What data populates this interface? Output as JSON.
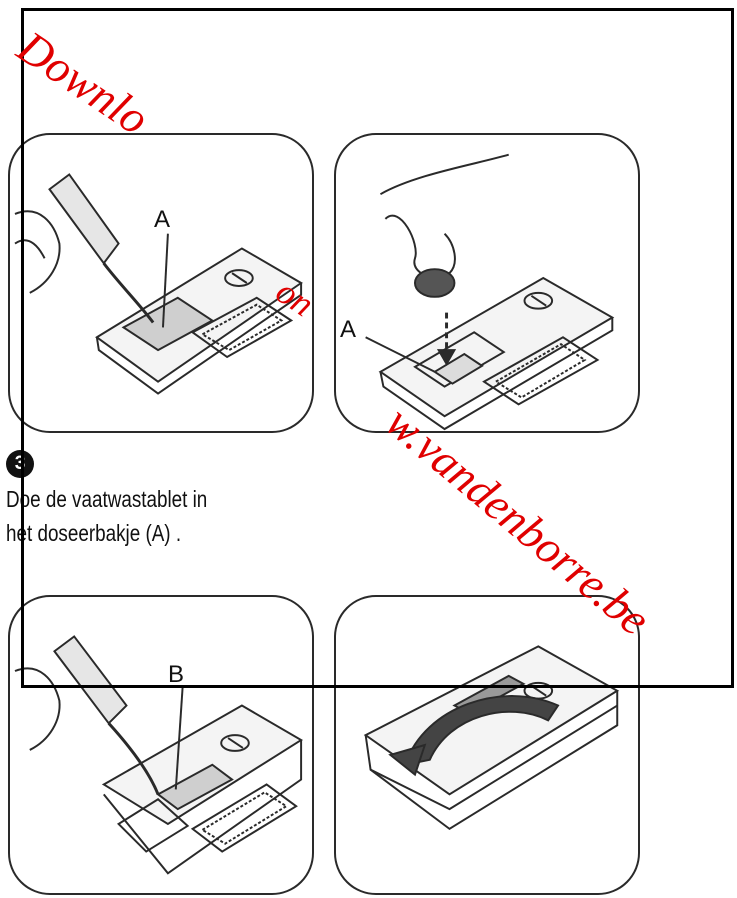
{
  "step": {
    "number": "3",
    "instruction_line1": "Doe de vaatwastablet in",
    "instruction_line2": "het doseerbakje (A) ."
  },
  "labels": {
    "panel1_label": "A",
    "panel2_label": "A",
    "panel3_label": "B"
  },
  "watermark": {
    "part1": "Downlo",
    "part2": "on",
    "part3": "w.vandenborre.be"
  },
  "colors": {
    "watermark": "#e00000",
    "frame": "#000000",
    "line_art": "#2a2a2a"
  }
}
